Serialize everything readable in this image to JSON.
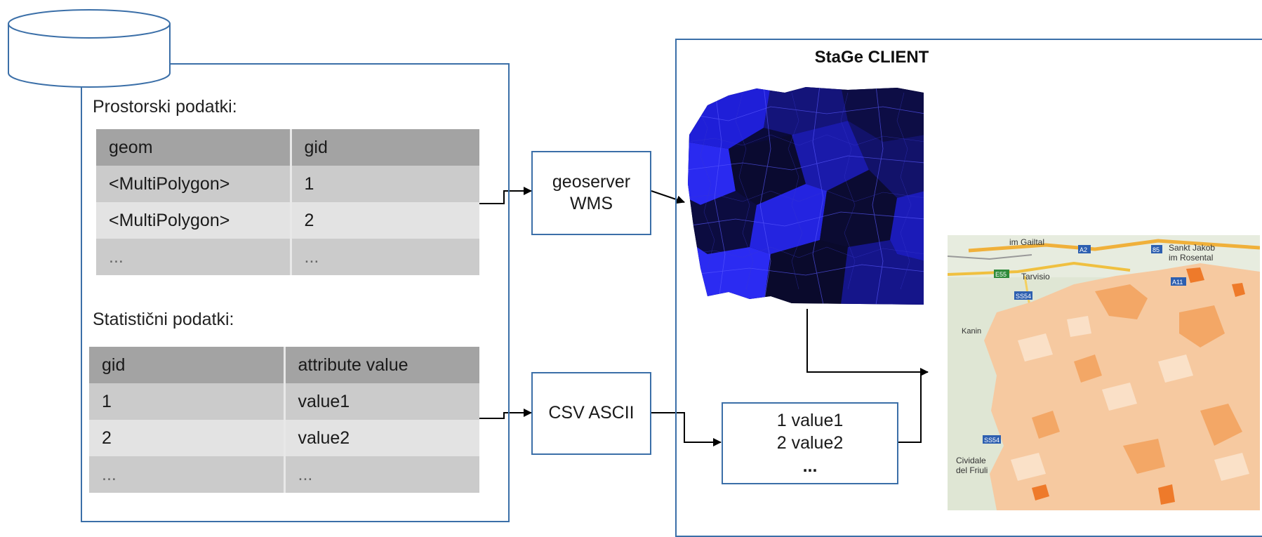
{
  "database": {
    "spatial_title": "Prostorski podatki:",
    "spatial_table": {
      "headers": [
        "geom",
        "gid"
      ],
      "rows": [
        [
          "<MultiPolygon>",
          "1"
        ],
        [
          "<MultiPolygon>",
          "2"
        ],
        [
          "...",
          "..."
        ]
      ]
    },
    "stat_title": "Statistični podatki:",
    "stat_table": {
      "headers": [
        "gid",
        "attribute value"
      ],
      "rows": [
        [
          "1",
          "value1"
        ],
        [
          "2",
          "value2"
        ],
        [
          "...",
          "..."
        ]
      ]
    }
  },
  "services": {
    "wms_label": "geoserver\nWMS",
    "csv_label": "CSV ASCII"
  },
  "client": {
    "title": "StaGe CLIENT",
    "data_box": [
      "1 value1",
      "2 value2",
      "..."
    ]
  },
  "map": {
    "labels": [
      "im Gailtal",
      "Sankt Jakob",
      "im Rosental",
      "Tarvisio",
      "Kanin",
      "Cividale",
      "del Friuli"
    ],
    "road_labels": [
      "A2",
      "85",
      "E55",
      "A11",
      "SS54",
      "SS54"
    ]
  },
  "colors": {
    "frame": "#3b6fa8",
    "choropleth_dark": "#0b0b3a",
    "choropleth_bright": "#2222ee",
    "orange_light": "#f6c9a0",
    "orange_dark": "#ee7a2a"
  }
}
